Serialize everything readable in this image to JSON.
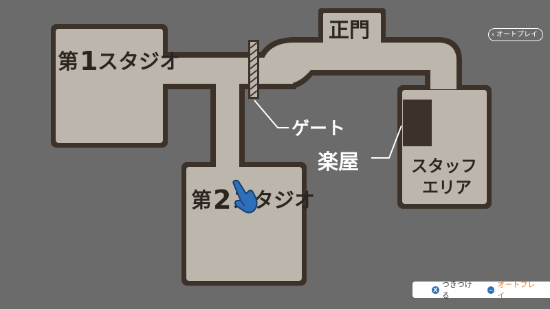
{
  "map": {
    "studio1": {
      "prefix": "第",
      "number": "1",
      "suffix": "スタジオ"
    },
    "studio2": {
      "prefix": "第",
      "number": "2",
      "suffix": "スタジオ"
    },
    "main_gate": "正門",
    "gate_label": "ゲート",
    "dressing_room_label": "楽屋",
    "staff_area_line1": "スタッフ",
    "staff_area_line2": "エリア"
  },
  "top_right": {
    "autoplay_label": "オートプレイ"
  },
  "controls": {
    "poke_icon": "X",
    "poke_label": "つきつける",
    "autoplay_icon": "−",
    "autoplay_label": "オートプレイ"
  },
  "colors": {
    "background": "#6b6b6b",
    "room_fill": "#bdb6ad",
    "outline": "#3d3229",
    "cursor_blue": "#2d6fb8",
    "autoplay_orange": "#e5761c"
  }
}
